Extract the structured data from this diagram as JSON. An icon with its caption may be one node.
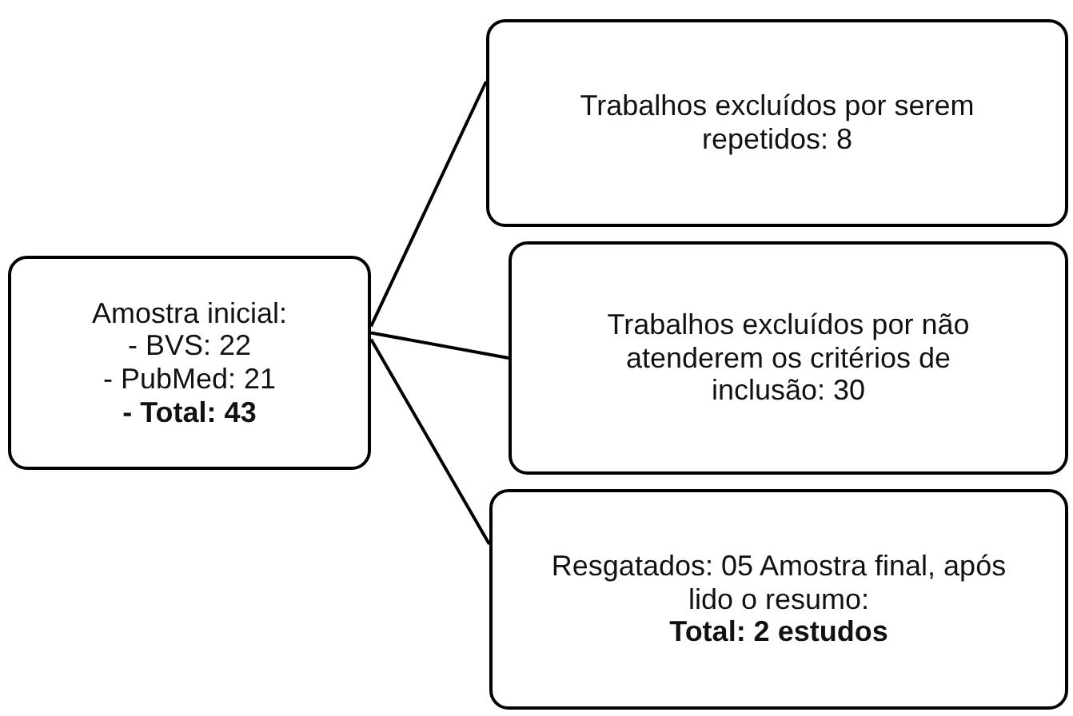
{
  "diagram": {
    "nodes": [
      {
        "text": [
          "Amostra inicial:",
          "- BVS: 22",
          "- PubMed: 21",
          "- Total: 43"
        ]
      },
      {
        "text": [
          "Trabalhos excluídos por serem repetidos: 8"
        ]
      },
      {
        "text": [
          "Trabalhos excluídos por não atenderem os critérios de inclusão: 30"
        ]
      },
      {
        "text": [
          "Resgatados: 05 Amostra final, após lido o resumo:",
          "Total: 2 estudos"
        ]
      }
    ],
    "edges": [
      {
        "from": 0,
        "to": 1,
        "arrow": "none"
      },
      {
        "from": 0,
        "to": 2,
        "arrow": "none"
      },
      {
        "from": 0,
        "to": 3,
        "arrow": "none"
      }
    ]
  }
}
